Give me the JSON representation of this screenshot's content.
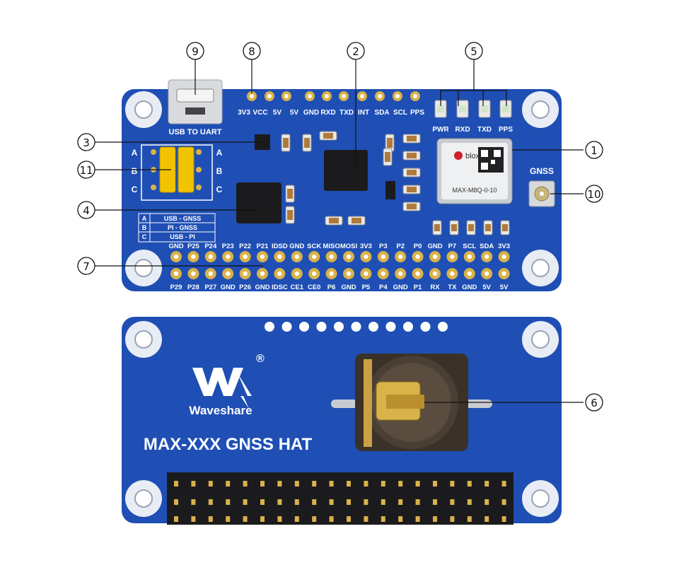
{
  "top_board": {
    "usb_label": "USB TO UART",
    "top_header_labels": [
      "3V3",
      "VCC",
      "5V",
      "5V",
      "GND",
      "RXD",
      "TXD",
      "INT",
      "SDA",
      "SCL",
      "PPS"
    ],
    "led_labels": [
      "PWR",
      "RXD",
      "TXD",
      "PPS"
    ],
    "gnss_label": "GNSS",
    "module_brand": "blox",
    "module_model": "MAX-M8Q-0-10",
    "jumper_rows": [
      "A",
      "B",
      "C"
    ],
    "jumper_table": [
      {
        "key": "A",
        "value": "USB - GNSS"
      },
      {
        "key": "B",
        "value": "PI - GNSS"
      },
      {
        "key": "C",
        "value": "USB - PI"
      }
    ],
    "gpio_top_labels": [
      "GND",
      "P25",
      "P24",
      "P23",
      "P22",
      "P21",
      "IDSD",
      "GND",
      "SCK",
      "MISO",
      "MOSI",
      "3V3",
      "P3",
      "P2",
      "P0",
      "GND",
      "P7",
      "SCL",
      "SDA",
      "3V3"
    ],
    "gpio_bottom_labels": [
      "P29",
      "P28",
      "P27",
      "GND",
      "P26",
      "GND",
      "IDSC",
      "CE1",
      "CE0",
      "P6",
      "GND",
      "P5",
      "P4",
      "GND",
      "P1",
      "RX",
      "TX",
      "GND",
      "5V",
      "5V"
    ]
  },
  "bottom_board": {
    "brand": "Waveshare",
    "registered_mark": "®",
    "title": "MAX-XXX GNSS HAT"
  },
  "callouts": [
    "1",
    "2",
    "3",
    "4",
    "5",
    "6",
    "7",
    "8",
    "9",
    "10",
    "11"
  ],
  "colors": {
    "pcb_blue": "#1f4fb4",
    "pcb_blue_dark": "#163f96",
    "silk_white": "#ffffff",
    "jumper_yellow": "#f2c300",
    "header_gold": "#d9b24a"
  }
}
